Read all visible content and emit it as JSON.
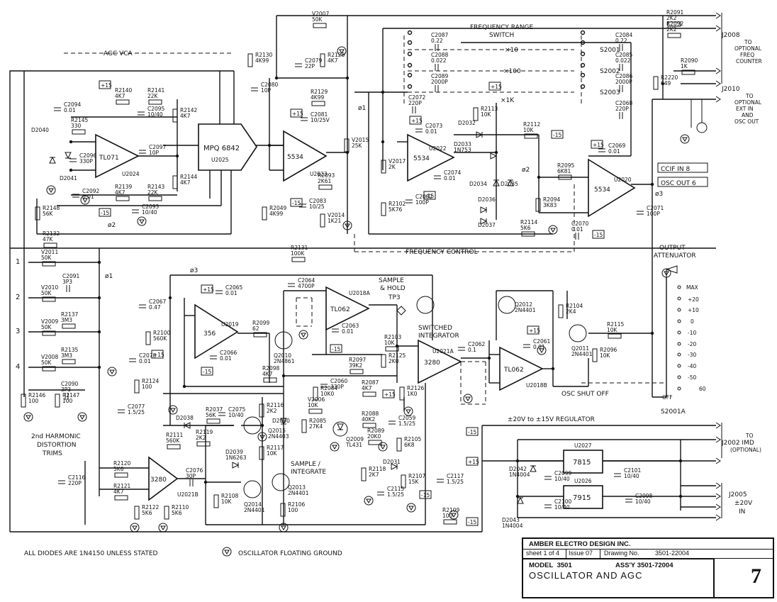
{
  "sections": {
    "agc_vca": "AGC VCA",
    "frequency_range_switch": [
      "FREQUENCY RANGE",
      "SWITCH"
    ],
    "frequency_control": "FREQUENCY CONTROL",
    "sample_hold": [
      "SAMPLE",
      "& HOLD",
      "TP3"
    ],
    "switched_integrator": [
      "SWITCHED",
      "INTEGRATOR"
    ],
    "sample_integrate": [
      "SAMPLE /",
      "INTEGRATE"
    ],
    "harmonic_trims": [
      "2nd HARMONIC",
      "DISTORTION",
      "TRIMS"
    ],
    "output_attenuator": [
      "OUTPUT",
      "ATTENUATOR"
    ],
    "regulator": "±20V to ±15V  REGULATOR",
    "osc_shut_off": "OSC SHUT OFF"
  },
  "ics": {
    "u2025": [
      "MPQ 6842",
      "U2025"
    ],
    "u2024": [
      "TL071",
      "U2024"
    ],
    "u2023": [
      "5534",
      "U2023"
    ],
    "u2022": [
      "5534",
      "U2022"
    ],
    "u2020": [
      "5534",
      "U2020"
    ],
    "u2019": [
      "356",
      "U2019"
    ],
    "u2018a": [
      "TL062",
      "U2018A"
    ],
    "u2018b": [
      "TL062",
      "U2018B"
    ],
    "u2021a": [
      "3280",
      "U2021A"
    ],
    "u2021b": [
      "3280",
      "U2021B"
    ],
    "u2027": [
      "7815",
      "U2027"
    ],
    "u2026": [
      "7915",
      "U2026"
    ]
  },
  "switches": {
    "s2001": "S2001",
    "s2002": "S2002",
    "s2003": "S2003",
    "x10": "×10",
    "x100": "×100",
    "x1k": "×1K",
    "s2001a": "S2001A"
  },
  "attenuator_steps": [
    "MAX",
    "+20",
    "+10",
    "0",
    "-10",
    "-20",
    "-30",
    "-40",
    "-50",
    "60",
    "OFF"
  ],
  "connectors": {
    "j2008": [
      "J2008",
      "TO",
      "OPTIONAL",
      "FREQ",
      "COUNTER"
    ],
    "j2010": [
      "J2010",
      "TO",
      "OPTIONAL",
      "EXT IN",
      "AND",
      "OSC OUT"
    ],
    "j2002": [
      "TO",
      "J2002  IMD",
      "(OPTIONAL)"
    ],
    "j2005": [
      "J2005",
      "±20V",
      "IN"
    ],
    "ccif_in": "CCIF IN 8",
    "osc_out": "OSC OUT 6"
  },
  "rails": {
    "pos": "+15",
    "neg": "-15"
  },
  "phases": {
    "p1": "ø1",
    "p2": "ø2",
    "p3": "ø3"
  },
  "trim_numbers": [
    "1",
    "2",
    "3",
    "4"
  ],
  "components": [
    [
      "R2091",
      "2K2"
    ],
    [
      "R2092",
      "2K2"
    ],
    [
      "R2090",
      "1K"
    ],
    [
      "R2220",
      "649"
    ],
    [
      "V2007",
      "50K"
    ],
    [
      "R2128",
      "4K7"
    ],
    [
      "R2130",
      "4K99"
    ],
    [
      "C2079",
      "22P"
    ],
    [
      "C2080",
      "10P"
    ],
    [
      "R2129",
      "4K99"
    ],
    [
      "C2081",
      "10/25V"
    ],
    [
      "C2087",
      "0.22"
    ],
    [
      "C2088",
      "0.022"
    ],
    [
      "C2089",
      "2000P"
    ],
    [
      "C2072",
      "220P"
    ],
    [
      "C2084",
      "0.22"
    ],
    [
      "C2085",
      "0.022"
    ],
    [
      "C2086",
      "2000P"
    ],
    [
      "C2068",
      "220P"
    ],
    [
      "R2140",
      "4K7"
    ],
    [
      "R2141",
      "22K"
    ],
    [
      "C2094",
      "0.01"
    ],
    [
      "R2145",
      "330"
    ],
    [
      "C2095",
      "10/40"
    ],
    [
      "R2142",
      "4K7"
    ],
    [
      "C2096",
      "330P"
    ],
    [
      "C2097",
      "10P"
    ],
    [
      "R2139",
      "4K7"
    ],
    [
      "R2143",
      "22K"
    ],
    [
      "R2144",
      "4K7"
    ],
    [
      "C2092",
      "0.01"
    ],
    [
      "C2093",
      "10/40"
    ],
    [
      "R2148",
      "56K"
    ],
    [
      "R2132",
      "47K"
    ],
    [
      "R2049",
      "4K99"
    ],
    [
      "R2093",
      "2K61"
    ],
    [
      "C2083",
      "10/25"
    ],
    [
      "V2014",
      "1K21"
    ],
    [
      "V2015",
      "25K"
    ],
    [
      "V2017",
      "2K"
    ],
    [
      "C2082",
      "100P"
    ],
    [
      "C2073",
      "0.01"
    ],
    [
      "C2074",
      "0.01"
    ],
    [
      "R2102",
      "5K76"
    ],
    [
      "R2113",
      "10K"
    ],
    [
      "R2112",
      "10K"
    ],
    [
      "D2032",
      ""
    ],
    [
      "D2033",
      "1N753"
    ],
    [
      "D2034",
      ""
    ],
    [
      "D2035",
      ""
    ],
    [
      "D2036",
      ""
    ],
    [
      "D2037",
      ""
    ],
    [
      "R2095",
      "6K81"
    ],
    [
      "R2094",
      "3K83"
    ],
    [
      "R2114",
      "5K6"
    ],
    [
      "C2070",
      "0.01"
    ],
    [
      "C2069",
      "0.01"
    ],
    [
      "C2071",
      "100P"
    ],
    [
      "R2131",
      "100K"
    ],
    [
      "V2011",
      "50K"
    ],
    [
      "C2091",
      "3P3"
    ],
    [
      "V2010",
      "50K"
    ],
    [
      "R2137",
      "3M3"
    ],
    [
      "V2009",
      "50K"
    ],
    [
      "R2135",
      "3M3"
    ],
    [
      "V2008",
      "50K"
    ],
    [
      "C2090",
      "3P3"
    ],
    [
      "R2146",
      "100"
    ],
    [
      "R2147",
      "100"
    ],
    [
      "C2067",
      "0.47"
    ],
    [
      "C2065",
      "0.01"
    ],
    [
      "R2099",
      "62"
    ],
    [
      "C2066",
      "0.01"
    ],
    [
      "R2100",
      "560K"
    ],
    [
      "R2098",
      "4K7"
    ],
    [
      "Q2010",
      "2N4861"
    ],
    [
      "C2064",
      "4700P"
    ],
    [
      "C2063",
      "0.01"
    ],
    [
      "R2097",
      "39K2"
    ],
    [
      "C2060",
      "330P"
    ],
    [
      "R2087",
      "4K7"
    ],
    [
      "R2084",
      "10K0"
    ],
    [
      "V2006",
      "10K"
    ],
    [
      "R2085",
      "27K4"
    ],
    [
      "Q2009",
      "TL431"
    ],
    [
      "R2088",
      "40K2"
    ],
    [
      "R2089",
      "20K0"
    ],
    [
      "C2059",
      "1.5/25"
    ],
    [
      "R2103",
      "10K"
    ],
    [
      "R2125",
      "2K0"
    ],
    [
      "R2126",
      "1K0"
    ],
    [
      "C2062",
      "0.1"
    ],
    [
      "R2105",
      "6K8"
    ],
    [
      "Q2012",
      "2N4401"
    ],
    [
      "C2061",
      "0.01"
    ],
    [
      "R2104",
      "2K4"
    ],
    [
      "Q2011",
      "2N4401"
    ],
    [
      "R2115",
      "10K"
    ],
    [
      "R2096",
      "10K"
    ],
    [
      "C2078",
      "0.01"
    ],
    [
      "R2124",
      "100"
    ],
    [
      "C2077",
      "1.5/25"
    ],
    [
      "R2037",
      "56K"
    ],
    [
      "C2075",
      "10/40"
    ],
    [
      "R2116",
      "2K2"
    ],
    [
      "D2030",
      ""
    ],
    [
      "D2038",
      ""
    ],
    [
      "R2111",
      "560K"
    ],
    [
      "R2119",
      "2K2"
    ],
    [
      "Q2015",
      "2N4403"
    ],
    [
      "R2117",
      "10K"
    ],
    [
      "D2039",
      "1N6263"
    ],
    [
      "C2076",
      "30P"
    ],
    [
      "R2108",
      "10K"
    ],
    [
      "Q2014",
      "2N4401"
    ],
    [
      "Q2013",
      "2N4401"
    ],
    [
      "R2106",
      "100"
    ],
    [
      "R2120",
      "5K6"
    ],
    [
      "R2121",
      "4K7"
    ],
    [
      "R2122",
      "5K6"
    ],
    [
      "R2110",
      "5K6"
    ],
    [
      "C2116",
      "220P"
    ],
    [
      "D2031",
      ""
    ],
    [
      "R2118",
      "2K7"
    ],
    [
      "R2107",
      "15K"
    ],
    [
      "C2115",
      "1.5/25"
    ],
    [
      "C2117",
      "1.5/25"
    ],
    [
      "R2109",
      "100"
    ],
    [
      "D2042",
      "1N4004"
    ],
    [
      "C2099",
      "10/40"
    ],
    [
      "C2100",
      "10/40"
    ],
    [
      "D2043",
      "1N4004"
    ],
    [
      "C2101",
      "10/40"
    ],
    [
      "C2098",
      "10/40"
    ],
    [
      "D2040",
      ""
    ],
    [
      "D2041",
      ""
    ]
  ],
  "notes": {
    "diodes": "ALL DIODES ARE 1N4150 UNLESS STATED",
    "ground": "OSCILLATOR FLOATING GROUND"
  },
  "title_block": {
    "company": "AMBER ELECTRO DESIGN INC.",
    "sheet": "sheet 1 of 4",
    "issue": "Issue 07",
    "drawing_no_label": "Drawing No.",
    "drawing_no": "3501-22004",
    "model_label": "MODEL",
    "model": "3501",
    "assy_label": "ASS'Y",
    "assy": "3501-72004",
    "title": "OSCILLATOR  AND  AGC",
    "page": "7"
  }
}
